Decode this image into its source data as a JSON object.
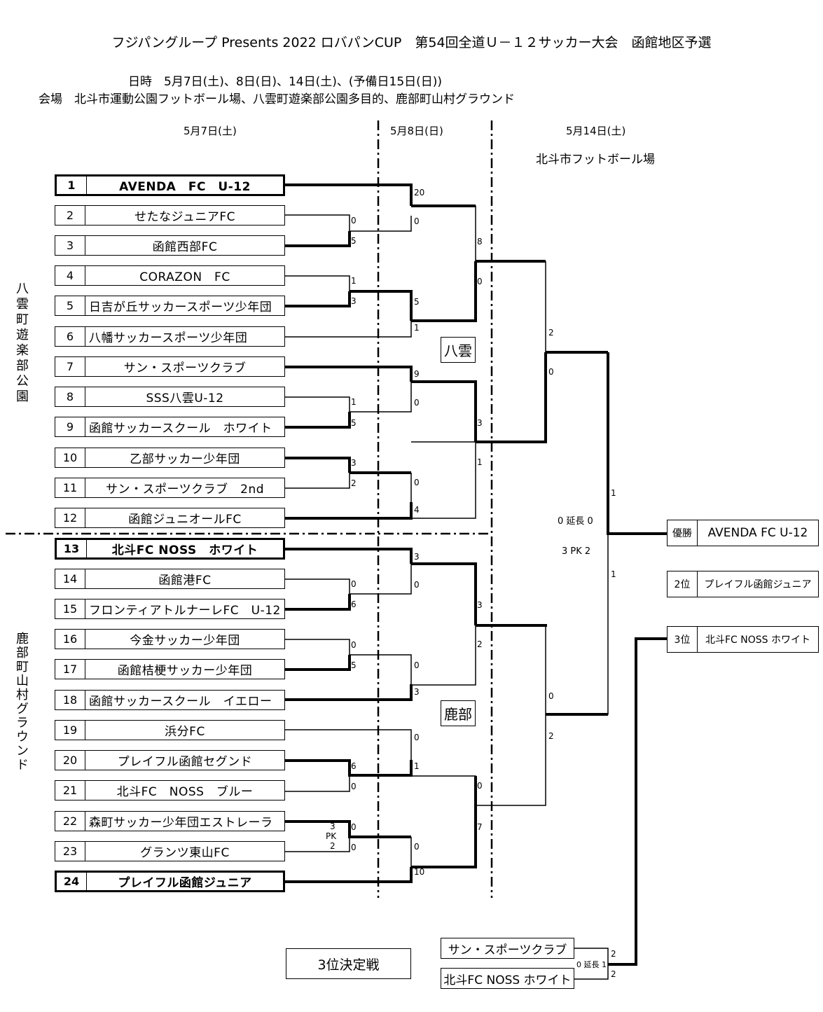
{
  "header": {
    "title": "フジパングループ Presents 2022 ロバパンCUP　第54回全道Ｕ－１２サッカー大会　函館地区予選",
    "schedule": "日時　5月7日(土)、8日(日)、14日(土)、(予備日15日(日))",
    "venue": "会場　北斗市運動公園フットボール場、八雲町遊楽部公園多目的、鹿部町山村グラウンド"
  },
  "dates": {
    "day1": "5月7日(土)",
    "day2": "5月8日(日)",
    "day3": "5月14日(土)",
    "day3_place": "北斗市フットボール場"
  },
  "sides": {
    "top": "八雲町遊楽部公園",
    "bottom": "鹿部町山村グラウンド"
  },
  "venues": {
    "yakumo": "八雲",
    "shikabe": "鹿部"
  },
  "teams": [
    {
      "num": "1",
      "name": "AVENDA　FC　U-12"
    },
    {
      "num": "2",
      "name": "せたなジュニアFC"
    },
    {
      "num": "3",
      "name": "函館西部FC"
    },
    {
      "num": "4",
      "name": "CORAZON　FC"
    },
    {
      "num": "5",
      "name": "日吉が丘サッカースポーツ少年団"
    },
    {
      "num": "6",
      "name": "八幡サッカースポーツ少年団"
    },
    {
      "num": "7",
      "name": "サン・スポーツクラブ"
    },
    {
      "num": "8",
      "name": "SSS八雲U-12"
    },
    {
      "num": "9",
      "name": "函館サッカースクール　ホワイト"
    },
    {
      "num": "10",
      "name": "乙部サッカー少年団"
    },
    {
      "num": "11",
      "name": "サン・スポーツクラブ　2nd"
    },
    {
      "num": "12",
      "name": "函館ジュニオールFC"
    },
    {
      "num": "13",
      "name": "北斗FC NOSS　ホワイト"
    },
    {
      "num": "14",
      "name": "函館港FC"
    },
    {
      "num": "15",
      "name": "フロンティアトルナーレFC　U-12"
    },
    {
      "num": "16",
      "name": "今金サッカー少年団"
    },
    {
      "num": "17",
      "name": "函館桔梗サッカー少年団"
    },
    {
      "num": "18",
      "name": "函館サッカースクール　イエロー"
    },
    {
      "num": "19",
      "name": "浜分FC"
    },
    {
      "num": "20",
      "name": "プレイフル函館セグンド"
    },
    {
      "num": "21",
      "name": "北斗FC　NOSS　ブルー"
    },
    {
      "num": "22",
      "name": "森町サッカー少年団エストレーラ"
    },
    {
      "num": "23",
      "name": "グランツ東山FC"
    },
    {
      "num": "24",
      "name": "プレイフル函館ジュニア"
    }
  ],
  "scores": {
    "r1": [
      "0",
      "5",
      "1",
      "3",
      "1",
      "5",
      "3",
      "2",
      "0",
      "6",
      "0",
      "5",
      "6",
      "0",
      "0",
      "0"
    ],
    "r2": [
      "20",
      "0",
      "5",
      "1",
      "9",
      "0",
      "0",
      "4",
      "3",
      "0",
      "0",
      "3",
      "0",
      "1",
      "0",
      "10"
    ],
    "r3": [
      "8",
      "0",
      "3",
      "1",
      "3",
      "2",
      "0",
      "7"
    ],
    "r4": [
      "2",
      "0",
      "0",
      "2"
    ],
    "final": [
      "1",
      "1"
    ],
    "pk22": [
      "3",
      "PK",
      "2"
    ]
  },
  "final_note": {
    "extra": "0 延長 0",
    "pk": "3 PK 2"
  },
  "results": {
    "champion_label": "優勝",
    "champion": "AVENDA FC U-12",
    "second_label": "2位",
    "second": "プレイフル函館ジュニア",
    "third_label": "3位",
    "third": "北斗FC NOSS ホワイト"
  },
  "third_place": {
    "title": "3位決定戦",
    "team1": "サン・スポーツクラブ",
    "team2": "北斗FC NOSS ホワイト",
    "extra": "0 延長 1",
    "score1": "2",
    "score2": "2"
  }
}
